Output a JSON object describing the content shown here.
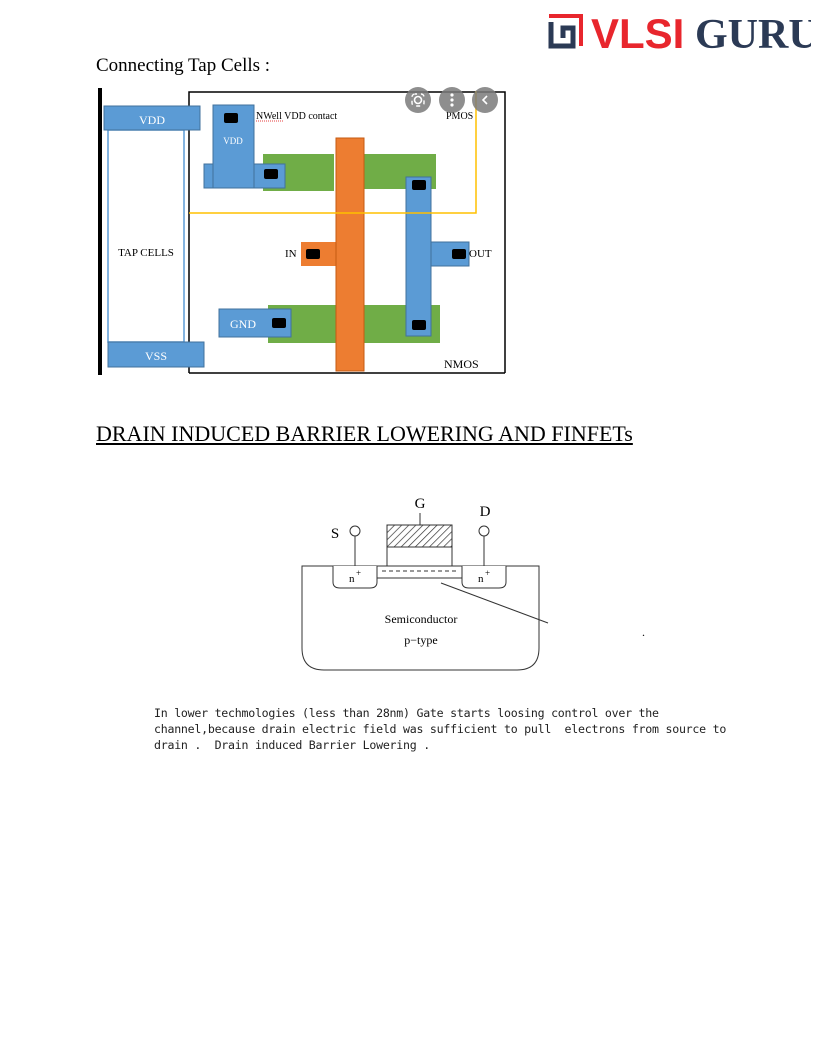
{
  "logo": {
    "text_left": "VLSI",
    "text_right": "GURU",
    "red": "#e8262d",
    "navy": "#2b3a55"
  },
  "heading_tap": "Connecting  Tap Cells :",
  "tap_diagram": {
    "vdd_rail": "VDD",
    "vdd_block": "VDD",
    "nwell_label": "NWell VDD contact",
    "pmos": "PMOS",
    "tap_cells": "TAP CELLS",
    "in": "IN",
    "out": "OUT",
    "gnd": "GND",
    "vss": "VSS",
    "nmos": "NMOS",
    "colors": {
      "metal": "#5b9bd5",
      "diffusion": "#70ad47",
      "poly": "#ed7d31",
      "nwell": "#ffc000"
    },
    "icons": [
      "lens-icon",
      "more-vert-icon",
      "chevron-left-icon"
    ]
  },
  "heading_dibl": "DRAIN INDUCED BARRIER LOWERING AND FINFETs",
  "mosfet_diagram": {
    "gate": "G",
    "source": "S",
    "drain": "D",
    "n_plus": "n",
    "plus": "+",
    "semiconductor": "Semiconductor",
    "ptype": "p−type",
    "dot": "."
  },
  "paragraph_lines": [
    "In lower techmologies (less than 28nm) Gate starts loosing control over the",
    "channel,because drain electric field was sufficient to pull  electrons from source to",
    "drain .  Drain induced Barrier Lowering ."
  ]
}
